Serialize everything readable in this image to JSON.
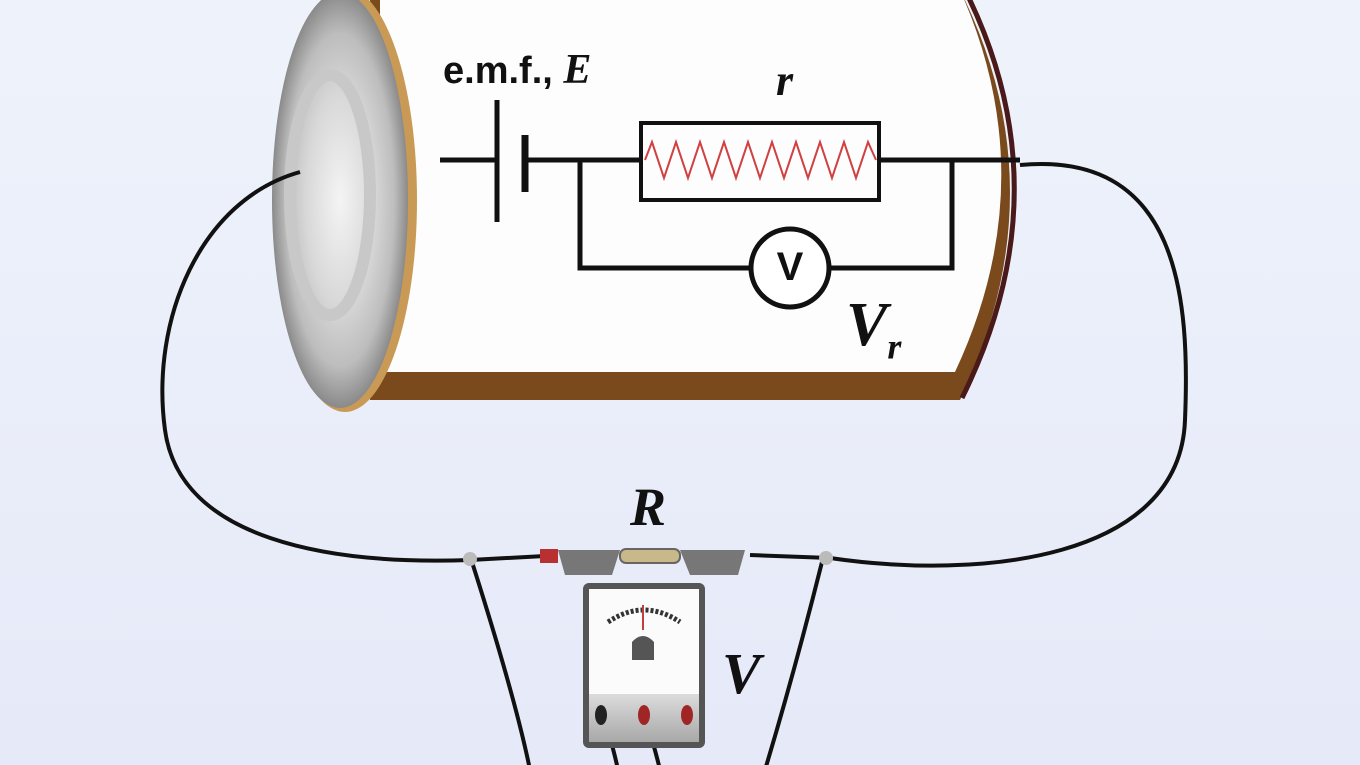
{
  "labels": {
    "emf": "e.m.f.,",
    "emf_symbol": "E",
    "internal_resistance": "r",
    "voltmeter_symbol": "V",
    "internal_voltage": "V",
    "internal_voltage_sub": "r",
    "external_resistance": "R",
    "external_voltmeter": "V"
  },
  "colors": {
    "background": "#e8ecf8",
    "battery_band": "#7a4a1c",
    "resistor_zigzag": "#d04040",
    "wire": "#111111"
  }
}
